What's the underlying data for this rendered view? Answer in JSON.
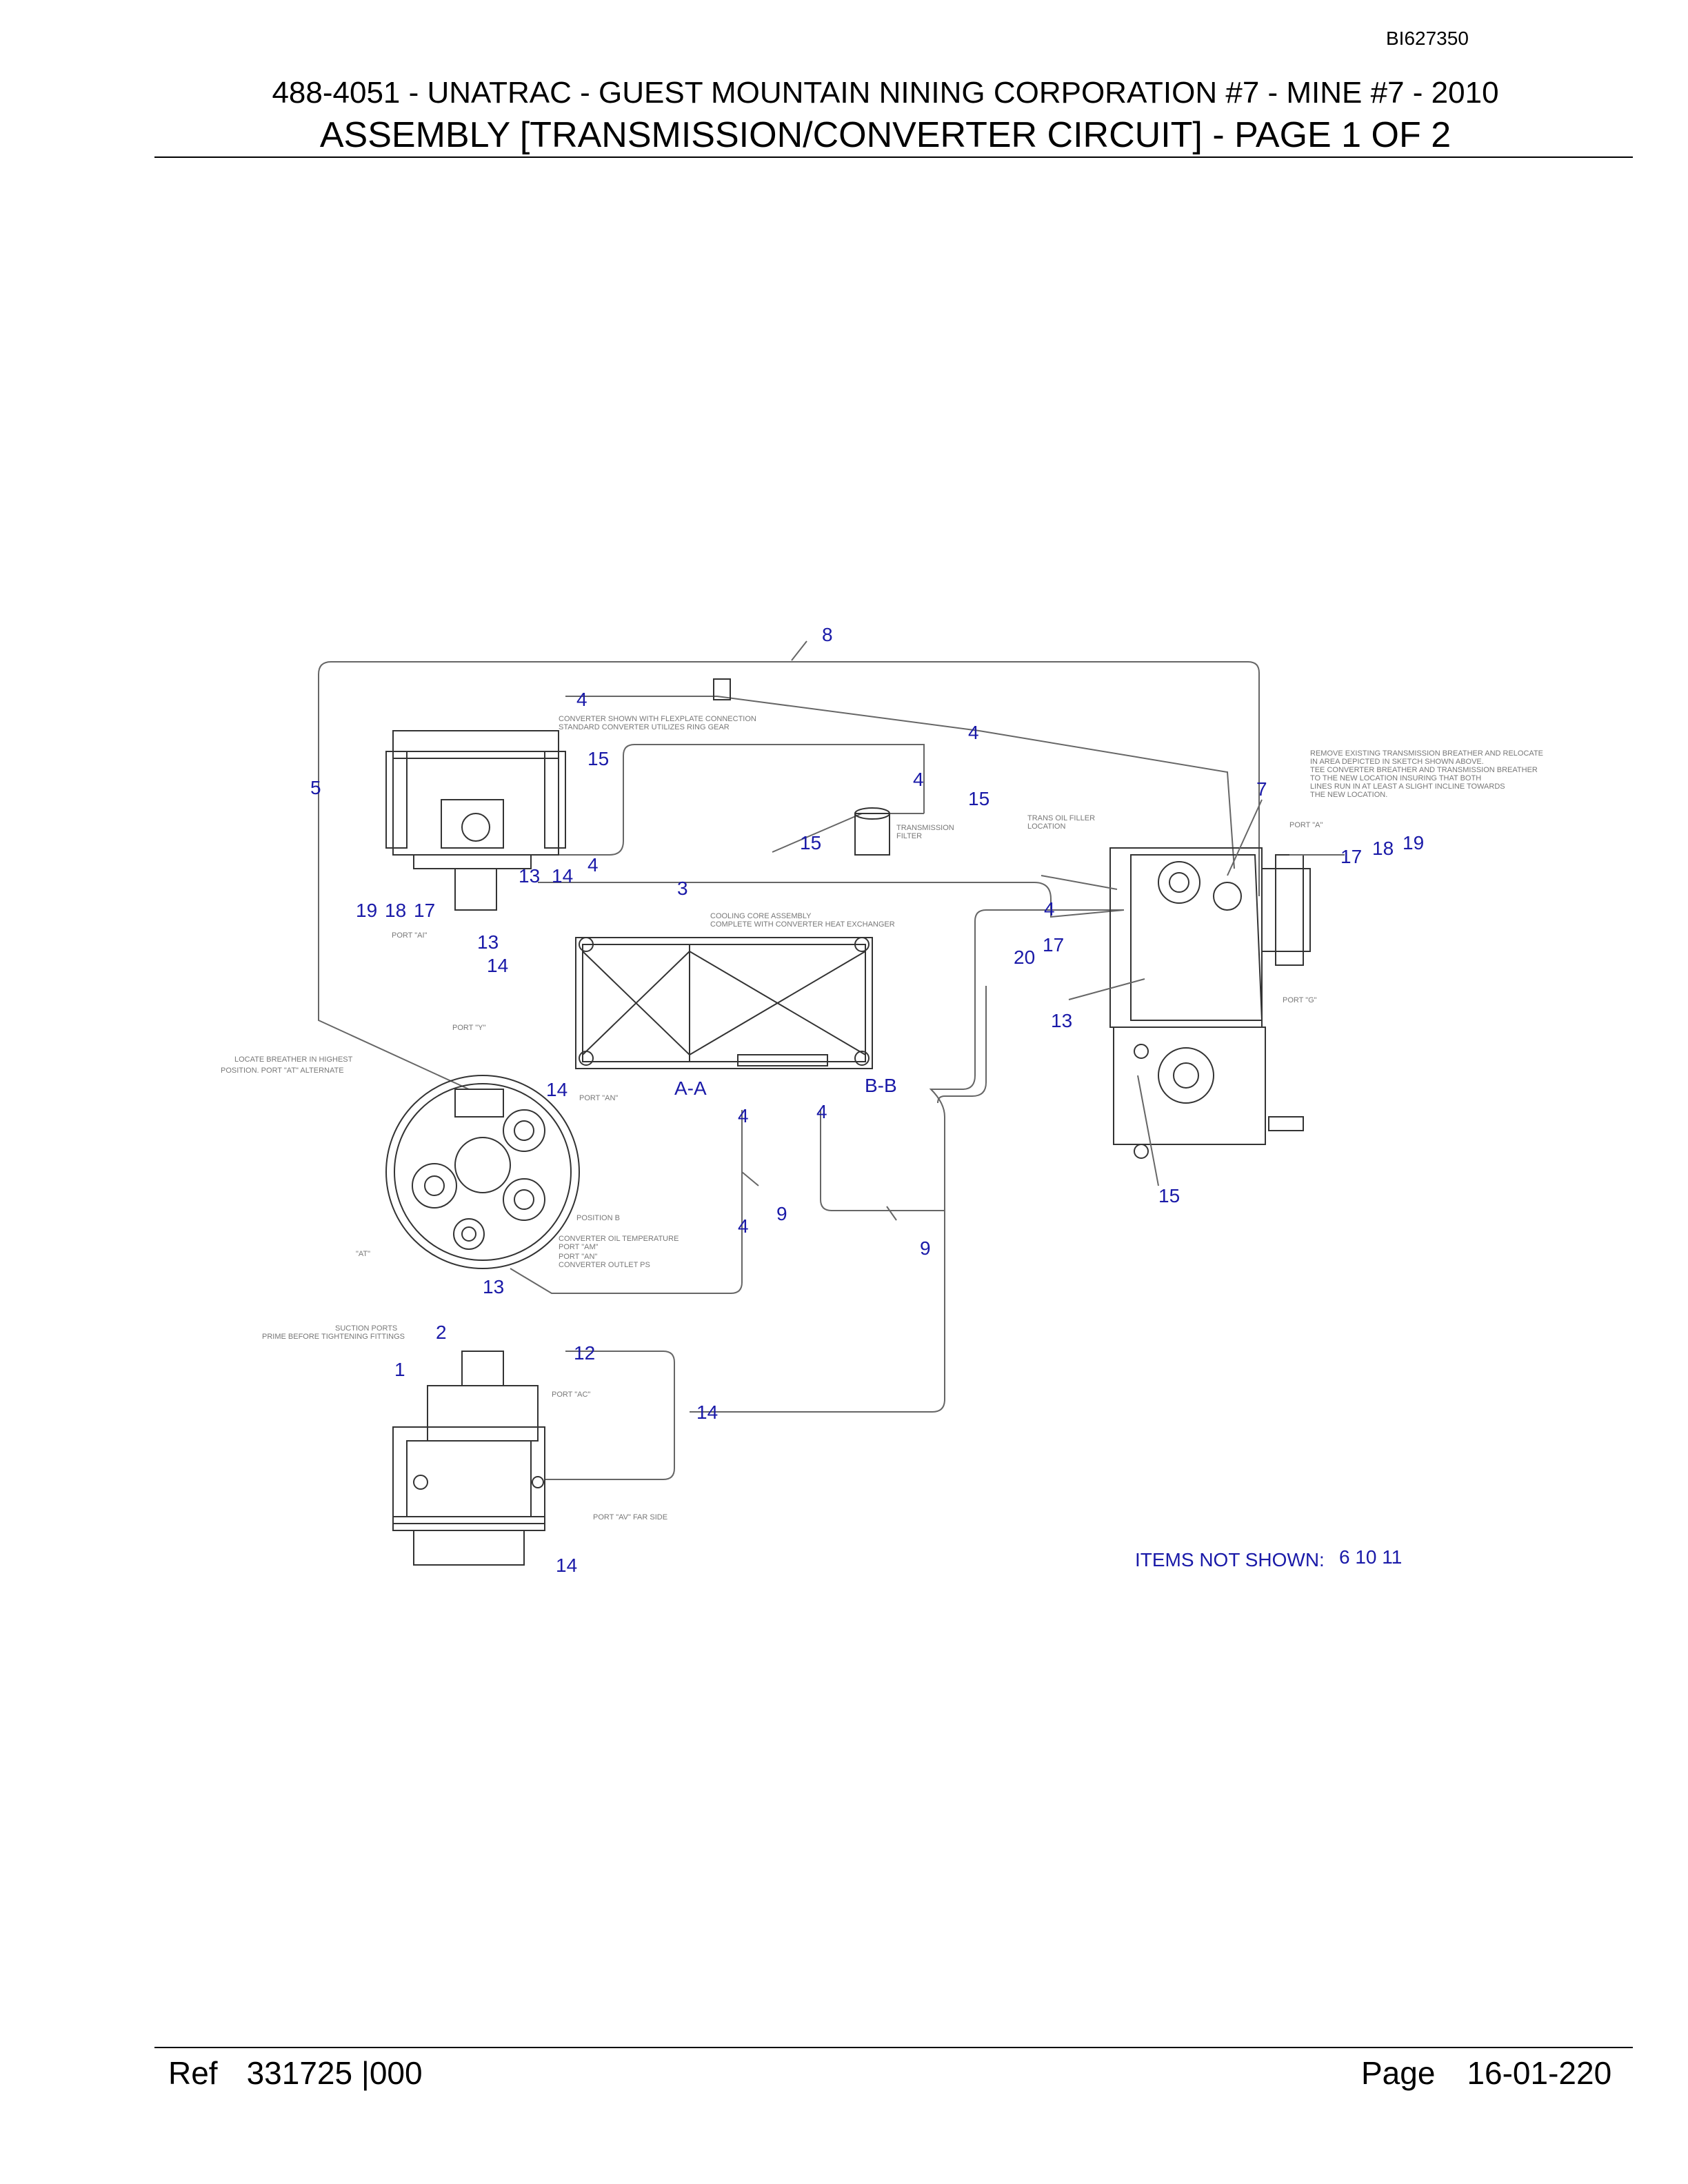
{
  "header": {
    "doc_id": "BI627350",
    "title_line1": "488-4051 - UNATRAC - GUEST MOUNTAIN NINING CORPORATION #7 - MINE #7 - 2010",
    "title_line2": "ASSEMBLY [TRANSMISSION/CONVERTER CIRCUIT] - PAGE 1 OF 2"
  },
  "footer": {
    "ref_label": "Ref",
    "ref_number": "331725 |000",
    "page_label": "Page",
    "page_number": "16-01-220"
  },
  "drawing": {
    "items_not_shown_label": "ITEMS NOT SHOWN:",
    "items_not_shown": [
      "6",
      "10",
      "11"
    ],
    "section_labels": [
      "A-A",
      "B-B"
    ],
    "callouts": [
      "8",
      "4",
      "4",
      "15",
      "5",
      "4",
      "15",
      "15",
      "4",
      "3",
      "13",
      "14",
      "19",
      "18",
      "17",
      "13",
      "14",
      "7",
      "17",
      "18",
      "19",
      "4",
      "20",
      "17",
      "13",
      "14",
      "4",
      "4",
      "9",
      "4",
      "9",
      "15",
      "13",
      "2",
      "12",
      "1",
      "14"
    ],
    "notes": {
      "converter": "CONVERTER SHOWN WITH FLEXPLATE CONNECTION STANDARD CONVERTER UTILIZES RING GEAR",
      "cooling": "COOLING CORE ASSEMBLY COMPLETE WITH CONVERTER HEAT EXCHANGER",
      "filter": "TRANSMISSION FILTER",
      "breather_relocate": "REMOVE EXISTING TRANSMISSION BREATHER AND RELOCATE IN AREA DEPICTED IN SKETCH SHOWN ABOVE. TEE CONVERTER BREATHER AND TRANSMISSION BREATHER TO THE NEW LOCATION INSURING THAT BOTH LINES RUN IN AT LEAST A SLIGHT INCLINE TOWARDS THE NEW LOCATION.",
      "trans_filler": "TRANS OIL FILLER LOCATION",
      "port_a": "PORT \"A\"",
      "port_ai": "PORT \"AI\"",
      "port_y": "PORT \"Y\"",
      "port_g": "PORT \"G\"",
      "breather_locate": "LOCATE BREATHER IN HIGHEST POSITION. PORT \"AT\" ALTERNATE",
      "port_an": "PORT \"AN\"",
      "at": "\"AT\"",
      "position_b": "POSITION B",
      "conv_temp": "CONVERTER OIL TEMPERATURE PORT \"AM\"",
      "conv_outlet": "PORT \"AN\" CONVERTER OUTLET PS",
      "suction": "SUCTION PORTS PRIME BEFORE TIGHTENING FITTINGS",
      "port_av": "PORT \"AV\" FAR SIDE",
      "port_ac": "PORT \"AC\""
    }
  },
  "colors": {
    "callout": "#1a1aa8",
    "text": "#000000",
    "line": "#666666"
  }
}
